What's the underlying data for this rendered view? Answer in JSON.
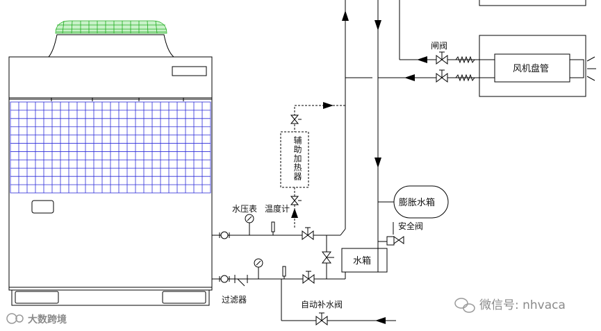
{
  "labels": {
    "gate_valve": "闸阀",
    "fan_coil": "风机盘管",
    "aux_heater": "辅助加热器",
    "pressure_gauge": "水压表",
    "thermometer": "温度计",
    "expansion_tank": "膨胀水箱",
    "safety_valve": "安全阀",
    "water_tank": "水箱",
    "strainer": "过滤器",
    "auto_makeup_valve": "自动补水阀"
  },
  "watermarks": {
    "left": "大数跨境",
    "right": "微信号: nhvaca"
  }
}
